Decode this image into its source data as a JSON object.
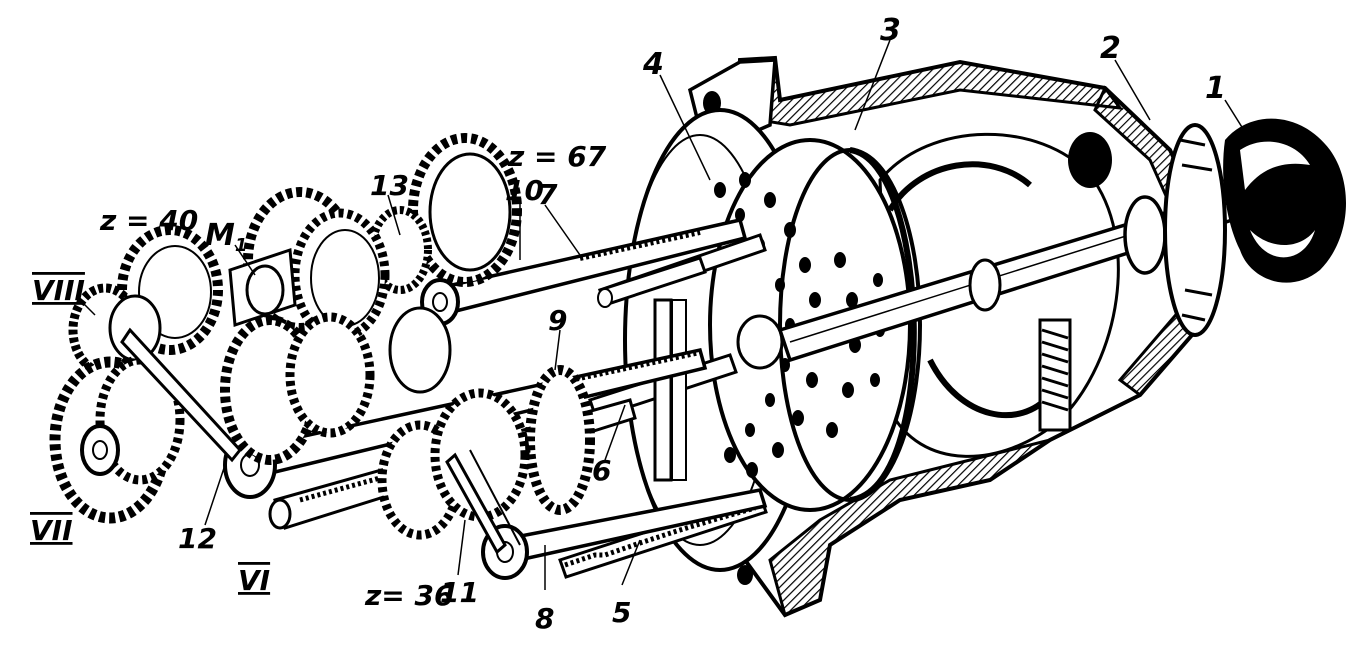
{
  "labels": {
    "n1": "1",
    "n2": "2",
    "n3": "3",
    "n4": "4",
    "n5": "5",
    "n6": "6",
    "n7": "7",
    "n8": "8",
    "n9": "9",
    "n10": "10",
    "n11": "11",
    "n12": "12",
    "n13": "13",
    "z67": "z = 67",
    "z40": "z = 40",
    "z36": "z= 36",
    "m1": "M",
    "m1_sub": "1",
    "shaft_vi": "VI",
    "shaft_vii": "VII",
    "shaft_viii": "VIII"
  }
}
